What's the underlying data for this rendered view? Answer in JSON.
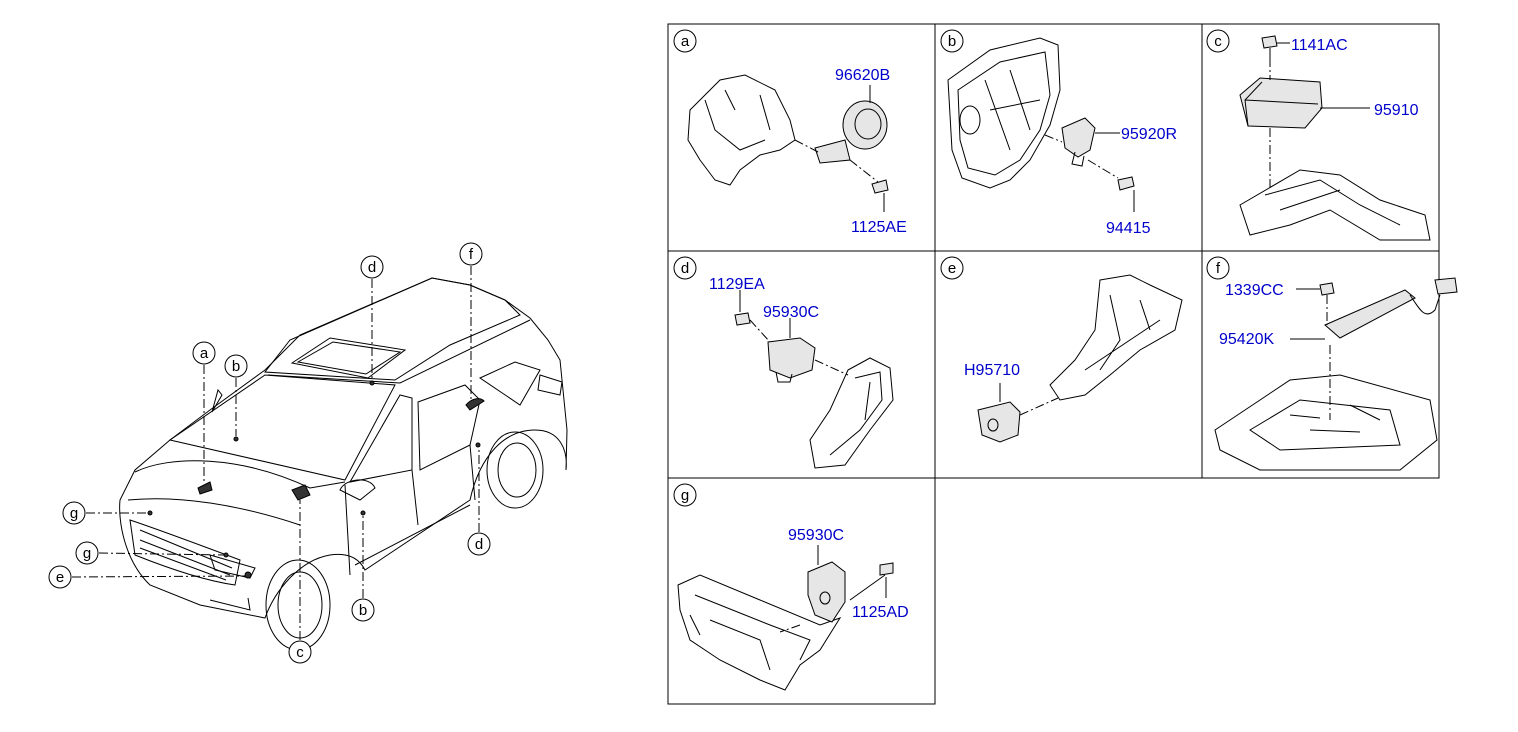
{
  "overview": {
    "callouts": {
      "d_top": "d",
      "f_top": "f",
      "a": "a",
      "b_top": "b",
      "g_upper": "g",
      "g_lower": "g",
      "e": "e",
      "d_right": "d",
      "b_bottom": "b",
      "c": "c"
    }
  },
  "panels": {
    "a": {
      "letter": "a",
      "parts": [
        "96620B",
        "1125AE"
      ]
    },
    "b": {
      "letter": "b",
      "parts": [
        "95920R",
        "94415"
      ]
    },
    "c": {
      "letter": "c",
      "parts": [
        "1141AC",
        "95910"
      ]
    },
    "d": {
      "letter": "d",
      "parts": [
        "1129EA",
        "95930C"
      ]
    },
    "e": {
      "letter": "e",
      "parts": [
        "H95710"
      ]
    },
    "f": {
      "letter": "f",
      "parts": [
        "1339CC",
        "95420K"
      ]
    },
    "g": {
      "letter": "g",
      "parts": [
        "95930C",
        "1125AD"
      ]
    }
  }
}
